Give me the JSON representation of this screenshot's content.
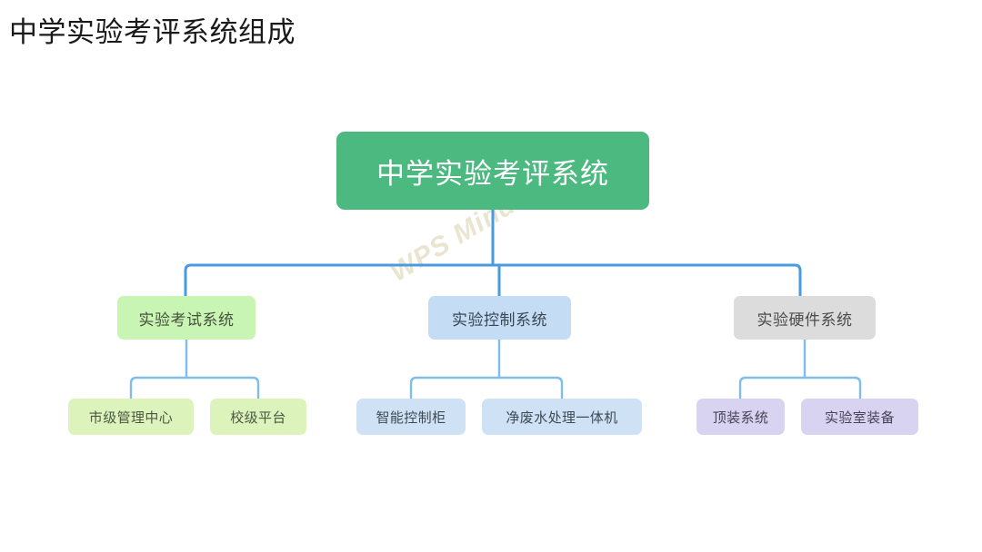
{
  "page": {
    "title": "中学实验考评系统组成",
    "background_color": "#ffffff"
  },
  "watermark": {
    "text": "WPS Mind",
    "color": "#e8e4cf"
  },
  "palette": {
    "root_green": "#4cba80",
    "level2_green": "#c9f5b4",
    "level2_blue": "#c5dcf5",
    "level2_gray": "#dcdcdc",
    "leaf_green": "#dcf4bc",
    "leaf_blue": "#cfe2f5",
    "leaf_purple": "#d9d3f2",
    "connector_blue": "#4a9ade",
    "connector_blue_light": "#7fbdea",
    "title_text": "#1a1a1a",
    "root_text": "#ffffff"
  },
  "chart_data": {
    "type": "diagram",
    "diagram_kind": "organization-tree",
    "title": "中学实验考评系统组成",
    "root": {
      "id": "root",
      "label": "中学实验考评系统",
      "color": "#4cba80",
      "text_color": "#ffffff"
    },
    "branches": [
      {
        "id": "exam",
        "label": "实验考试系统",
        "color": "#c9f5b4",
        "children": [
          {
            "id": "city-center",
            "label": "市级管理中心",
            "color": "#dcf4bc"
          },
          {
            "id": "school-plat",
            "label": "校级平台",
            "color": "#dcf4bc"
          }
        ]
      },
      {
        "id": "control",
        "label": "实验控制系统",
        "color": "#c5dcf5",
        "children": [
          {
            "id": "smart-cabinet",
            "label": "智能控制柜",
            "color": "#cfe2f5"
          },
          {
            "id": "water-machine",
            "label": "净废水处理一体机",
            "color": "#cfe2f5"
          }
        ]
      },
      {
        "id": "hardware",
        "label": "实验硬件系统",
        "color": "#dcdcdc",
        "children": [
          {
            "id": "top-install",
            "label": "顶装系统",
            "color": "#d9d3f2"
          },
          {
            "id": "lab-equipment",
            "label": "实验室装备",
            "color": "#d9d3f2"
          }
        ]
      }
    ]
  }
}
